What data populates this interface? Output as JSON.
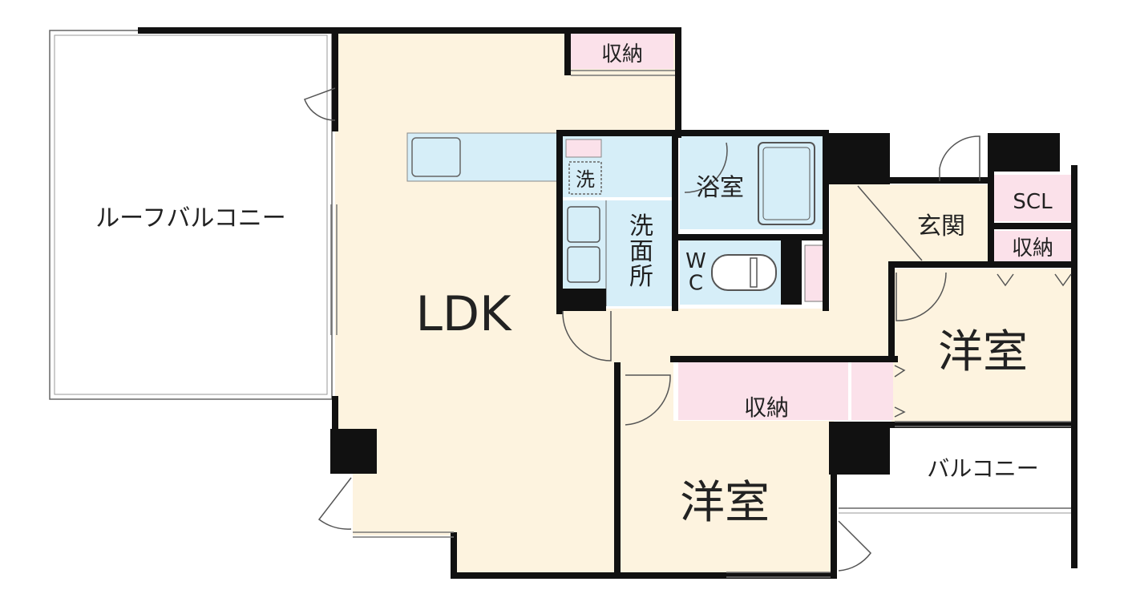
{
  "rooms": {
    "roof_balcony": "ルーフバルコニー",
    "ldk": "LDK",
    "storage_top": "収納",
    "wash_mark": "洗",
    "bathroom": "浴室",
    "washroom": "洗\n面\n所",
    "wc": "W\nC",
    "entrance": "玄関",
    "scl": "SCL",
    "storage_entrance": "収納",
    "western_room_1": "洋室",
    "storage_middle": "収納",
    "western_room_2": "洋室",
    "balcony": "バルコニー"
  },
  "colors": {
    "wall": "#111111",
    "floor": "#fdf3df",
    "wet_area": "#d6eef8",
    "storage": "#fbe1ea",
    "outdoor": "#ffffff"
  }
}
